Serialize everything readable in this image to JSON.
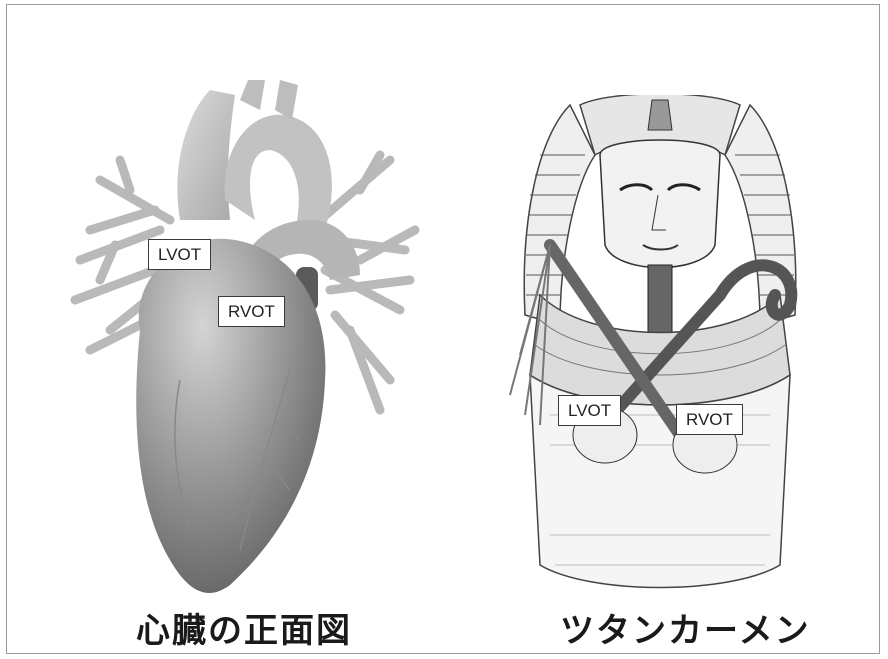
{
  "figure": {
    "left_panel": {
      "caption": "心臓の正面図",
      "labels": {
        "lvot": "LVOT",
        "rvot": "RVOT"
      }
    },
    "right_panel": {
      "caption": "ツタンカーメン",
      "labels": {
        "lvot": "LVOT",
        "rvot": "RVOT"
      }
    }
  },
  "colors": {
    "heart_dark": "#5a5a5a",
    "heart_light": "#c8c8c8",
    "line": "#3a3a3a",
    "frame": "#9a9a9a"
  }
}
